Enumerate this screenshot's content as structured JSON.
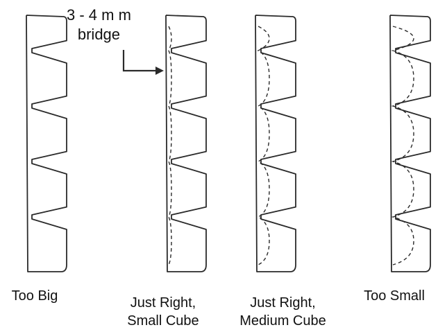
{
  "colors": {
    "ink": "#2a2a2a",
    "background": "#ffffff"
  },
  "annotation": {
    "line1": "3 - 4 m m",
    "line2": "bridge"
  },
  "panels": [
    {
      "id": "too-big",
      "line1": "Too Big",
      "line2": "",
      "inner_profile": "none"
    },
    {
      "id": "just-right-small",
      "line1": "Just Right,",
      "line2": "Small Cube",
      "inner_profile": "straight-dashed"
    },
    {
      "id": "just-right-medium",
      "line1": "Just Right,",
      "line2": "Medium Cube",
      "inner_profile": "medium-dashed"
    },
    {
      "id": "too-small",
      "line1": "Too Small",
      "line2": "",
      "inner_profile": "deep-dashed"
    }
  ]
}
